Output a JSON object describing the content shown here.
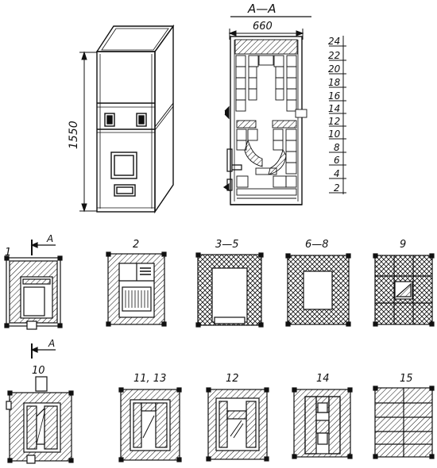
{
  "section": {
    "title": "A—A",
    "width_dim": "660"
  },
  "height_dim": "1550",
  "row_scale": [
    "24",
    "22",
    "20",
    "18",
    "16",
    "14",
    "12",
    "10",
    "8",
    "6",
    "4",
    "2"
  ],
  "section_marker": "A",
  "plans": [
    {
      "id": "1",
      "label": "1"
    },
    {
      "id": "2",
      "label": "2"
    },
    {
      "id": "3-5",
      "label": "3—5"
    },
    {
      "id": "6-8",
      "label": "6—8"
    },
    {
      "id": "9",
      "label": "9"
    },
    {
      "id": "10",
      "label": "10"
    },
    {
      "id": "11-13",
      "label": "11, 13"
    },
    {
      "id": "12",
      "label": "12"
    },
    {
      "id": "14",
      "label": "14"
    },
    {
      "id": "15",
      "label": "15"
    }
  ]
}
